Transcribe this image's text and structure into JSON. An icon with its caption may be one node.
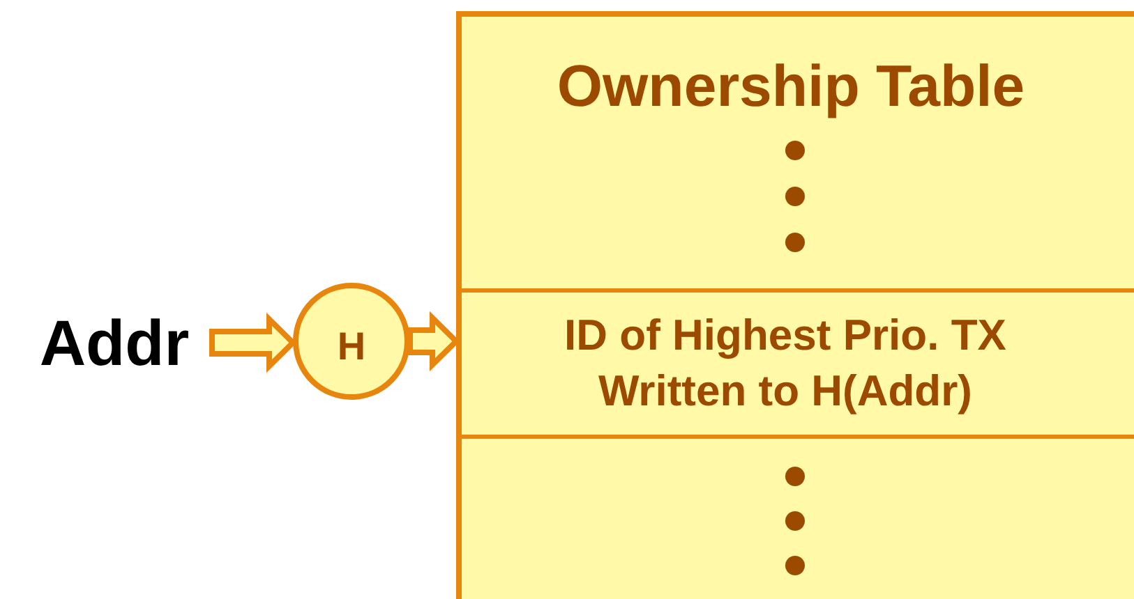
{
  "diagram": {
    "nodes": [
      {
        "text": [
          "Addr"
        ]
      },
      {
        "text": [
          "H"
        ]
      },
      {
        "text": [
          "Ownership Table"
        ]
      },
      {
        "text": [
          "ID of Highest Prio. TX Written to H(Addr)"
        ],
        "in": 2
      }
    ],
    "edges": [
      {
        "from": 0,
        "to": 1,
        "arrow": "to",
        "style": "thick"
      },
      {
        "from": 1,
        "to": 3,
        "arrow": "to",
        "style": "thick"
      }
    ]
  }
}
